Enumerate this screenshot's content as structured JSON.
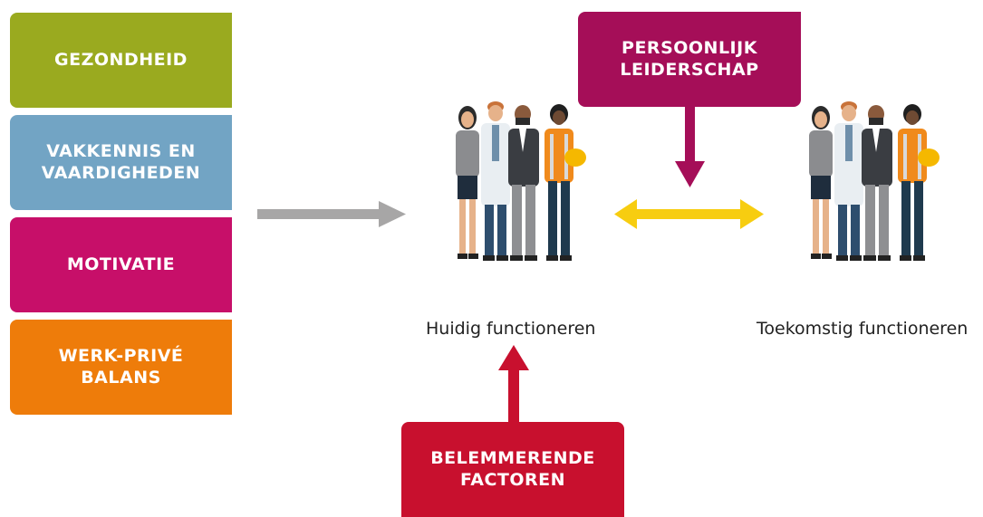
{
  "factors": [
    {
      "label": "GEZONDHEID",
      "color": "#9aaa1f"
    },
    {
      "label": "VAKKENNIS EN\nVAARDIGHEDEN",
      "color": "#72a4c4"
    },
    {
      "label": "MOTIVATIE",
      "color": "#c70f69"
    },
    {
      "label": "WERK-PRIVÉ\nBALANS",
      "color": "#ee7c0a"
    }
  ],
  "leadership": {
    "label": "PERSOONLIJK\nLEIDERSCHAP",
    "color": "#a50e58"
  },
  "barriers": {
    "label": "BELEMMERENDE\nFACTOREN",
    "color": "#c8102e"
  },
  "current": {
    "caption": "Huidig functioneren"
  },
  "future": {
    "caption": "Toekomstig functioneren"
  },
  "arrow_colors": {
    "gray": "#a7a6a6",
    "yellow": "#f7cd10",
    "magenta": "#a50e58",
    "red": "#c8102e"
  }
}
